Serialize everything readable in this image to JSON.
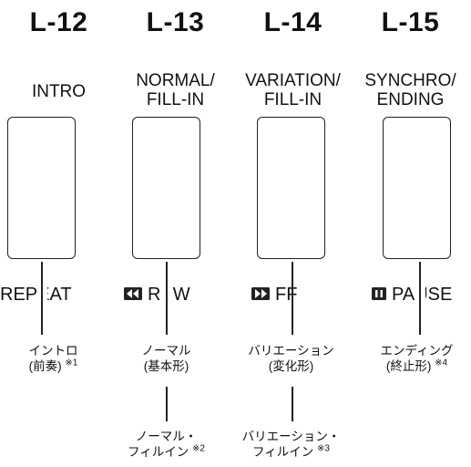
{
  "columns": [
    {
      "code": "L-12",
      "name_lines": [
        "INTRO"
      ],
      "function_label": "REPEAT",
      "function_icon": "",
      "desc1_lines": [
        "イントロ",
        "(前奏)"
      ],
      "desc1_note": "※1",
      "desc2_lines": [],
      "desc2_note": ""
    },
    {
      "code": "L-13",
      "name_lines": [
        "NORMAL/",
        "FILL-IN"
      ],
      "function_label": "REW",
      "function_icon": "rewind-icon",
      "desc1_lines": [
        "ノーマル",
        "(基本形)"
      ],
      "desc1_note": "",
      "desc2_lines": [
        "ノーマル・",
        "フィルイン"
      ],
      "desc2_note": "※2"
    },
    {
      "code": "L-14",
      "name_lines": [
        "VARIATION/",
        "FILL-IN"
      ],
      "function_label": "FF",
      "function_icon": "fast-forward-icon",
      "desc1_lines": [
        "バリエーション",
        "(変化形)"
      ],
      "desc1_note": "",
      "desc2_lines": [
        "バリエーション・",
        "フィルイン"
      ],
      "desc2_note": "※3"
    },
    {
      "code": "L-15",
      "name_lines": [
        "SYNCHRO/",
        "ENDING"
      ],
      "function_label": "PAUSE",
      "function_icon": "pause-icon",
      "desc1_lines": [
        "エンディング",
        "(終止形)"
      ],
      "desc1_note": "※4",
      "desc2_lines": [],
      "desc2_note": ""
    }
  ]
}
